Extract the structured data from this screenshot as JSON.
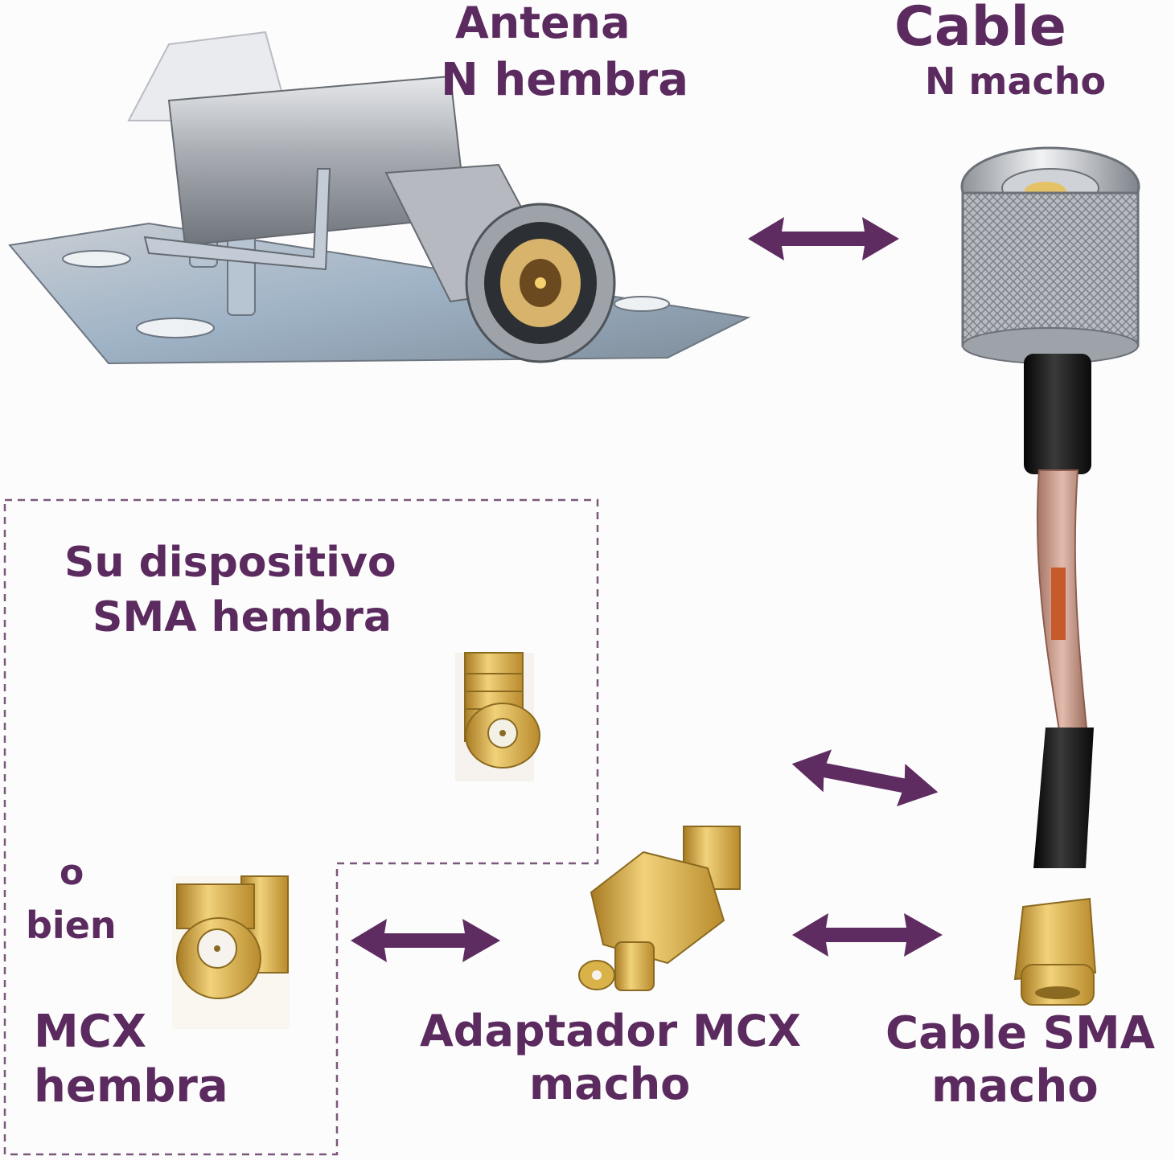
{
  "colors": {
    "accent": "#5b2a5e",
    "arrow": "#5e2c60",
    "gold": "#d9b24a",
    "silver": "#c9ccd0",
    "cable": "#b98878",
    "black": "#151515",
    "rust": "#c65a2a"
  },
  "labels": {
    "antenna_line1": "Antena",
    "antenna_line2": "N hembra",
    "cable_line1": "Cable",
    "cable_line2": "N macho",
    "device_line1": "Su dispositivo",
    "device_line2": "SMA hembra",
    "or_line1": "o",
    "or_line2": "bien",
    "mcx_line1": "MCX",
    "mcx_line2": "hembra",
    "adapter_line1": "Adaptador MCX",
    "adapter_line2": "macho",
    "sma_cable_line1": "Cable SMA",
    "sma_cable_line2": "macho"
  },
  "icons": {
    "antenna": "antenna-n-female-icon",
    "n_male": "n-male-connector-icon",
    "sma_female": "sma-female-connector-icon",
    "mcx_female": "mcx-female-connector-icon",
    "adapter": "mcx-male-adapter-icon",
    "sma_male": "sma-male-connector-icon",
    "arrow": "double-arrow-icon"
  }
}
